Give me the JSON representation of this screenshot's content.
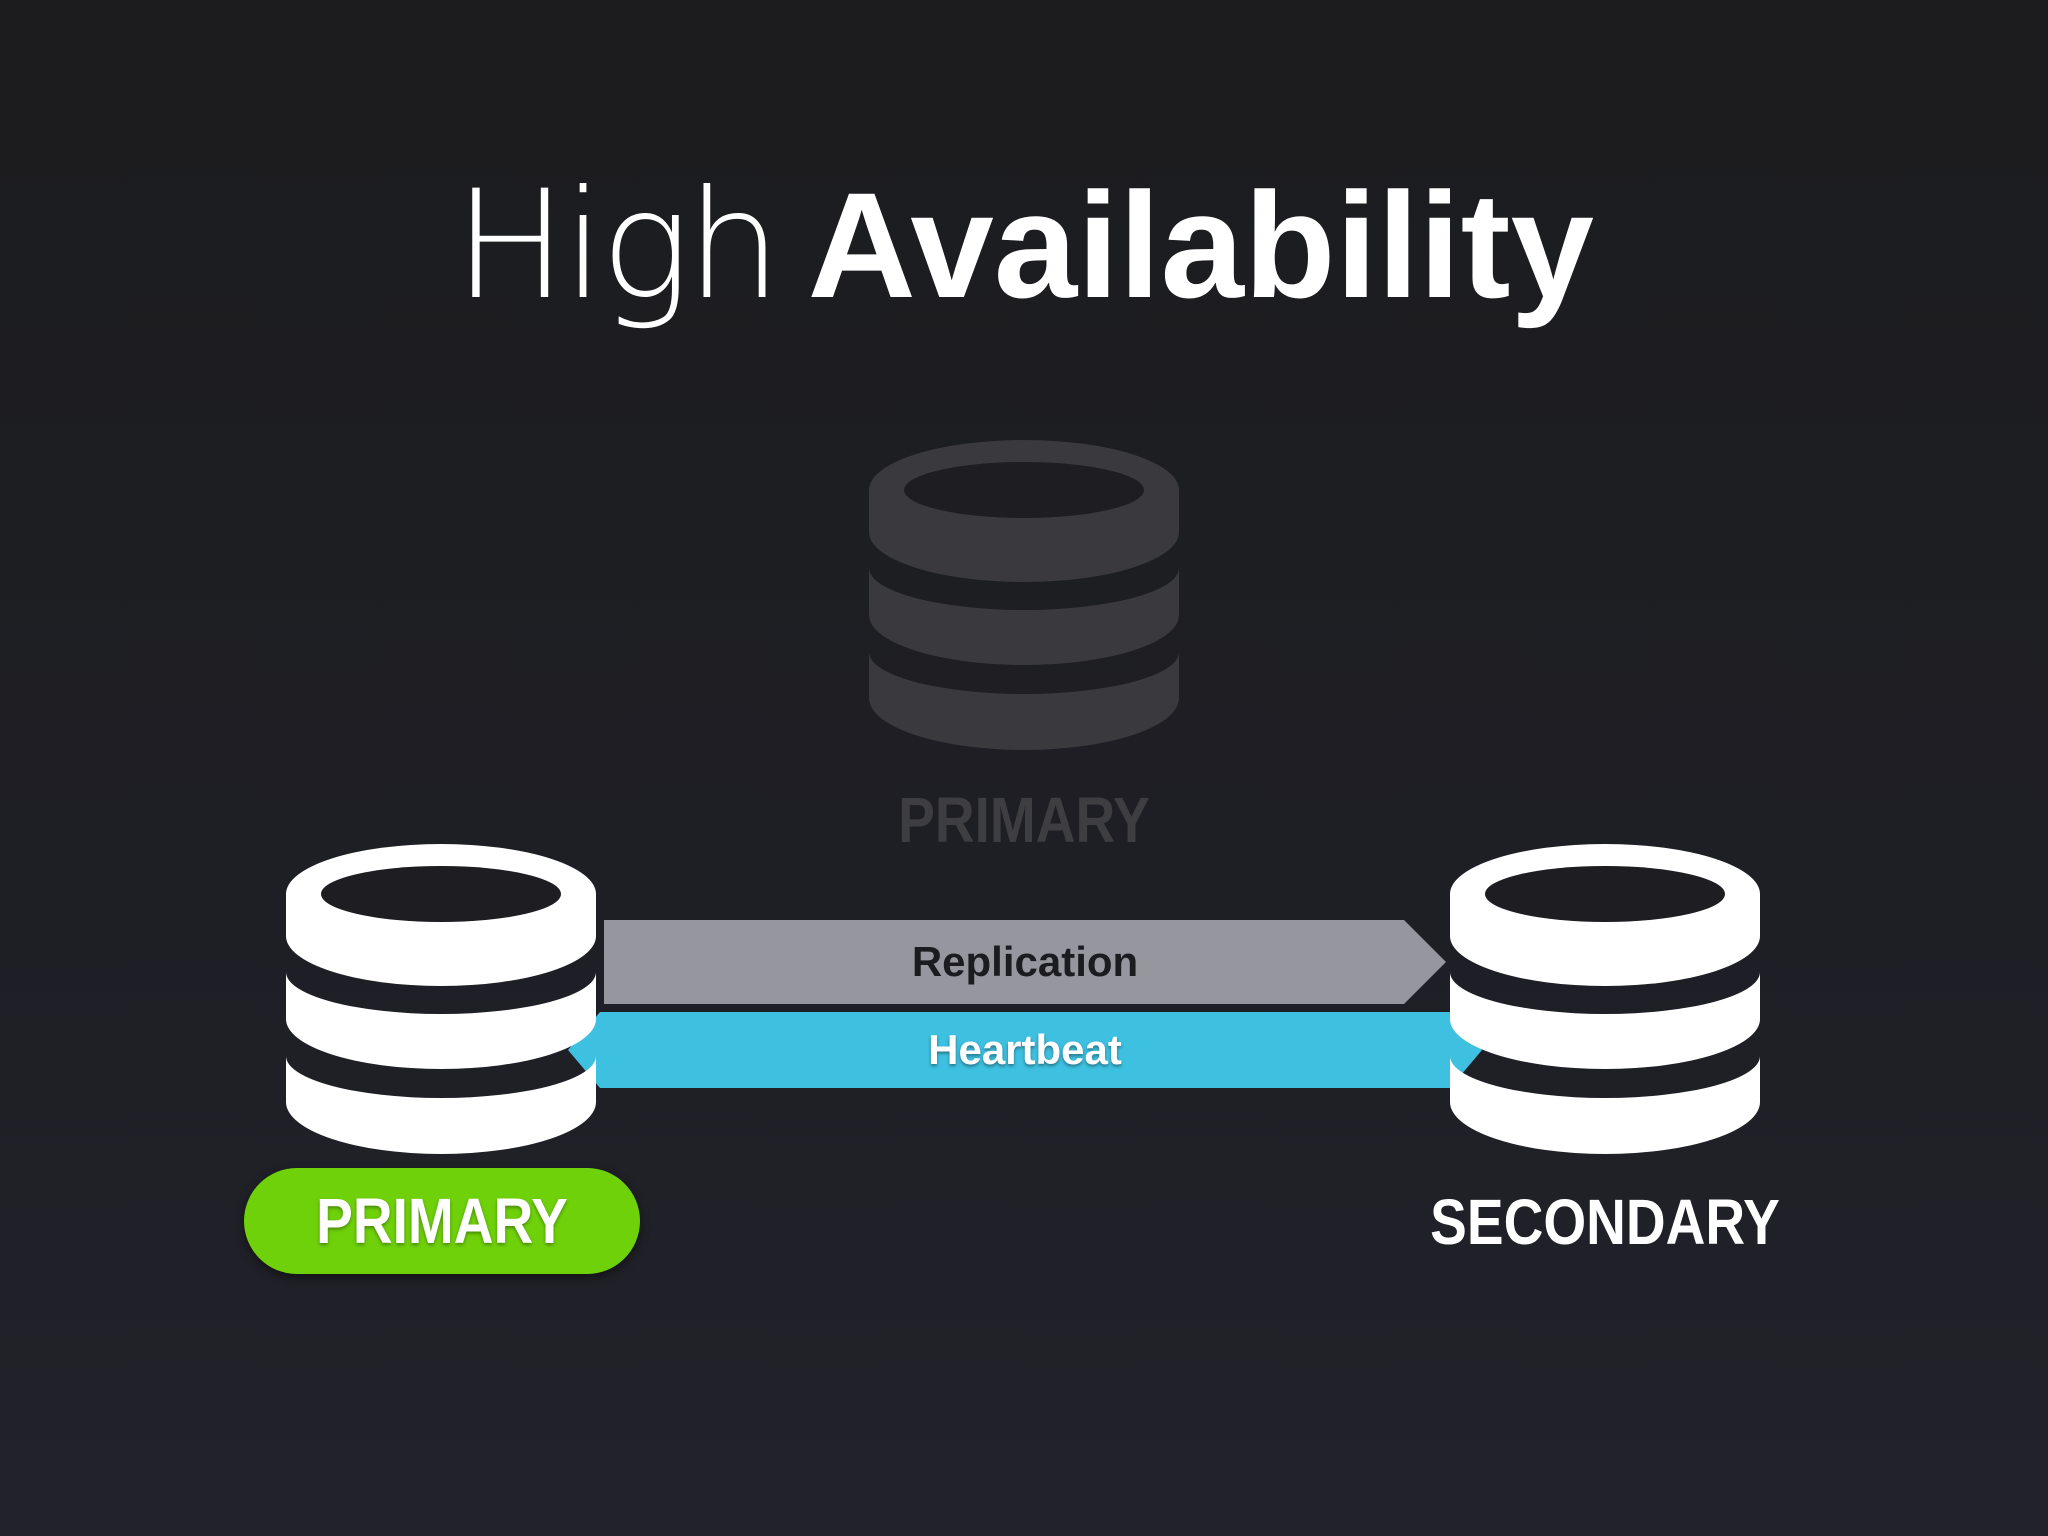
{
  "title": {
    "light": "High",
    "bold": "Availability"
  },
  "nodes": {
    "ghost": {
      "label": "PRIMARY"
    },
    "primary": {
      "label": "PRIMARY"
    },
    "secondary": {
      "label": "SECONDARY"
    }
  },
  "links": {
    "replication": "Replication",
    "heartbeat": "Heartbeat"
  },
  "colors": {
    "background": "#1e1f24",
    "ghost_db": "#3a3a3e",
    "db": "#ffffff",
    "primary_pill": "#6fd10a",
    "replication_arrow": "#96979e",
    "heartbeat_arrow": "#3ec0e0"
  }
}
